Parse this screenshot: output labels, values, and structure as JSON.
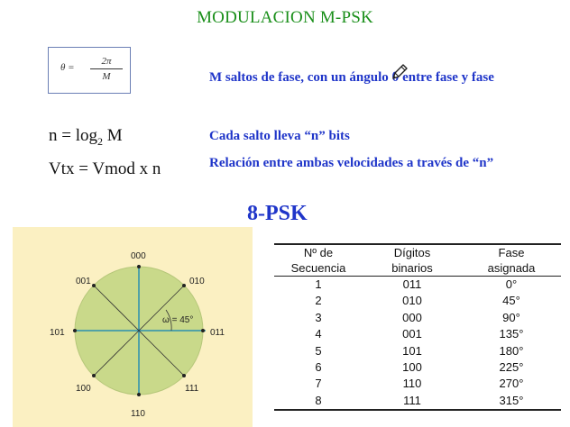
{
  "title": "MODULACION M-PSK",
  "formula": {
    "lhs": "θ =",
    "numerator": "2π",
    "denominator": "M"
  },
  "lines": [
    {
      "left": "",
      "right": "M saltos de fase, con un ángulo θ entre fase y fase"
    },
    {
      "left": "n = log₂ M",
      "right": "Cada salto lleva “n” bits"
    },
    {
      "left": "Vtx = Vmod x n",
      "right": "Relación entre ambas velocidades a través de “n”"
    }
  ],
  "n_formula": {
    "prefix": "n = log",
    "sub": "2",
    "suffix": " M"
  },
  "vtx_formula": "Vtx = Vmod x n",
  "psk_title": "8-PSK",
  "diagram": {
    "labels": {
      "top": "000",
      "top_right": "010",
      "right": "011",
      "bottom_right": "111",
      "bottom": "110",
      "bottom_left": "100",
      "left": "101",
      "top_left": "001"
    },
    "angle_label": "ω = 45°"
  },
  "table": {
    "headers": [
      [
        "Nº de",
        "Secuencia"
      ],
      [
        "Dígitos",
        "binarios"
      ],
      [
        "Fase",
        "asignada"
      ]
    ],
    "rows": [
      [
        "1",
        "011",
        "0°"
      ],
      [
        "2",
        "010",
        "45°"
      ],
      [
        "3",
        "000",
        "90°"
      ],
      [
        "4",
        "001",
        "135°"
      ],
      [
        "5",
        "101",
        "180°"
      ],
      [
        "6",
        "100",
        "225°"
      ],
      [
        "7",
        "110",
        "270°"
      ],
      [
        "8",
        "111",
        "315°"
      ]
    ]
  },
  "colors": {
    "title": "#1a8f1a",
    "blue_text": "#1f35c9",
    "circle": "#c9d98a",
    "diagram_bg": "#fbf0c2",
    "axes": "#2a8fb0"
  },
  "icons": [
    "pencil-icon"
  ]
}
